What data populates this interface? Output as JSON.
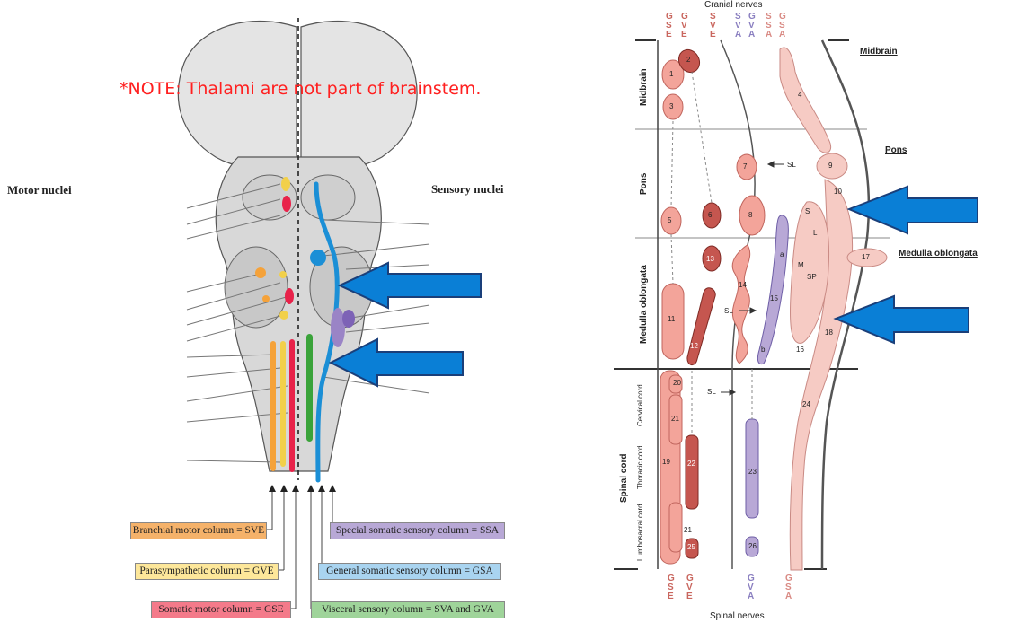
{
  "left_panel": {
    "note": "*NOTE: Thalami are not part of brainstem.",
    "motor_label": "Motor nuclei",
    "sensory_label": "Sensory nuclei",
    "legend": [
      {
        "id": "bm",
        "label": "Branchial motor column = SVE",
        "color": "#f5b26a"
      },
      {
        "id": "ps",
        "label": "Parasympathetic column = GVE",
        "color": "#fde79a"
      },
      {
        "id": "sm",
        "label": "Somatic motor column = GSE",
        "color": "#f47a8a"
      },
      {
        "id": "ss",
        "label": "Special somatic sensory column = SSA",
        "color": "#b8a8d6"
      },
      {
        "id": "gs",
        "label": "General somatic sensory column = GSA",
        "color": "#a9d4f0"
      },
      {
        "id": "vs",
        "label": "Visceral sensory column = SVA and GVA",
        "color": "#9fd49a"
      }
    ],
    "arrow_color": "#1b8fd6"
  },
  "right_panel": {
    "top_title": "Cranial nerves",
    "bottom_title": "Spinal nerves",
    "top_columns": [
      {
        "letters": [
          "G",
          "S",
          "E"
        ],
        "color": "#c9665e"
      },
      {
        "letters": [
          "G",
          "V",
          "E"
        ],
        "color": "#c9665e"
      },
      {
        "letters": [
          "S",
          "V",
          "E"
        ],
        "color": "#c9665e"
      },
      {
        "letters": [
          "S",
          "V",
          "A"
        ],
        "color": "#8a7fc0"
      },
      {
        "letters": [
          "G",
          "V",
          "A"
        ],
        "color": "#8a7fc0"
      },
      {
        "letters": [
          "S",
          "S",
          "A"
        ],
        "color": "#d98a84"
      },
      {
        "letters": [
          "G",
          "S",
          "A"
        ],
        "color": "#d98a84"
      }
    ],
    "bottom_columns": [
      {
        "letters": [
          "G",
          "S",
          "E"
        ],
        "color": "#c9665e"
      },
      {
        "letters": [
          "G",
          "V",
          "E"
        ],
        "color": "#c9665e"
      },
      {
        "letters": [
          "G",
          "V",
          "A"
        ],
        "color": "#8a7fc0"
      },
      {
        "letters": [
          "G",
          "S",
          "A"
        ],
        "color": "#d98a84"
      }
    ],
    "regions": {
      "midbrain": "Midbrain",
      "pons": "Pons",
      "medulla": "Medulla oblongata",
      "spinal": "Spinal cord",
      "cervical": "Cervical cord",
      "thoracic": "Thoracic cord",
      "lumbosacral": "Lumbosacral cord"
    },
    "right_labels": {
      "midbrain": "Midbrain",
      "pons": "Pons",
      "medulla": "Medulla oblongata"
    },
    "sl": "SL",
    "nuclei": [
      "1",
      "2",
      "3",
      "4",
      "5",
      "6",
      "7",
      "8",
      "9",
      "10",
      "11",
      "12",
      "13",
      "14",
      "15",
      "16",
      "17",
      "18",
      "19",
      "20",
      "21",
      "22",
      "23",
      "24",
      "25",
      "26",
      "21"
    ],
    "sub_letters": [
      "S",
      "L",
      "M",
      "SP",
      "a",
      "b"
    ]
  }
}
